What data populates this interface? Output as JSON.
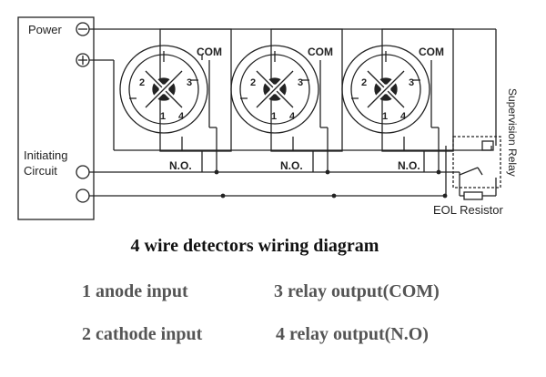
{
  "diagram": {
    "power_label": "Power",
    "minus_symbol": "−",
    "plus_symbol": "+",
    "initiating_label_line1": "Initiating",
    "initiating_label_line2": "Circuit",
    "detectors": [
      {
        "com_label": "COM",
        "no_label": "N.O.",
        "terminals": [
          "1",
          "2",
          "3",
          "4"
        ]
      },
      {
        "com_label": "COM",
        "no_label": "N.O.",
        "terminals": [
          "1",
          "2",
          "3",
          "4"
        ]
      },
      {
        "com_label": "COM",
        "no_label": "N.O.",
        "terminals": [
          "1",
          "2",
          "3",
          "4"
        ]
      }
    ],
    "supervision_relay_label": "Supervision Relay",
    "eol_resistor_label": "EOL Resistor"
  },
  "caption": "4 wire detectors wiring diagram",
  "legend": {
    "item1": "1 anode input",
    "item2": "2 cathode input",
    "item3": "3 relay output(COM)",
    "item4": "4 relay output(N.O)"
  }
}
